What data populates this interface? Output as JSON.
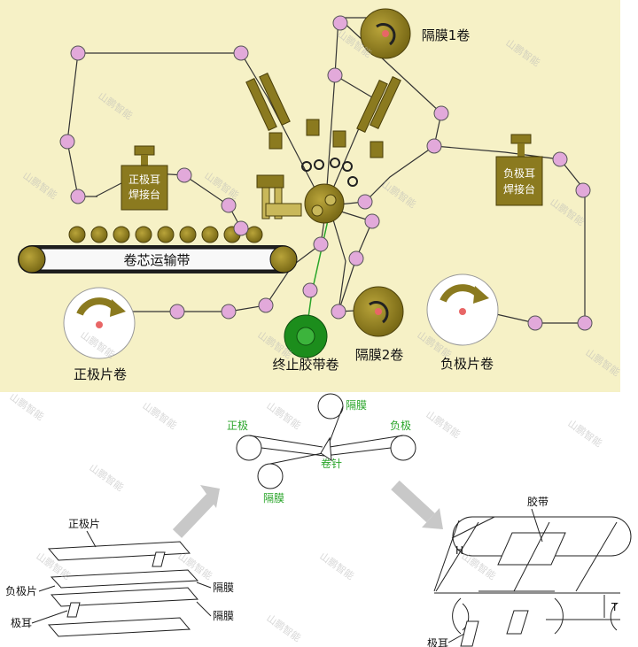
{
  "top": {
    "conveyor_label": "卷芯运输带",
    "pos_weld_label": [
      "正极耳",
      "焊接台"
    ],
    "neg_weld_label": [
      "负极耳",
      "焊接台"
    ],
    "sep1_label": "隔膜1卷",
    "sep2_label": "隔膜2卷",
    "tape_label": "终止胶带卷",
    "pos_roll_label": "正极片卷",
    "neg_roll_label": "负极片卷"
  },
  "mid": {
    "pos_label": "正极",
    "neg_label": "负极",
    "sep_top_label": "隔膜",
    "sep_bottom_label": "隔膜",
    "pin_label": "卷针"
  },
  "layers": {
    "pos_sheet_label": "正极片",
    "neg_sheet_label": "负极片",
    "separator_label": "隔膜",
    "tab_label": "极耳"
  },
  "cell": {
    "tape_label": "胶带",
    "h_label": "H",
    "t_label": "T",
    "tab_label": "极耳"
  },
  "watermark": "山鹏智能",
  "colors": {
    "bg_top": "#f6f1c6",
    "olive": "#8b7a1f",
    "roller": "#e2a9da",
    "green_label": "#2aa52a"
  }
}
